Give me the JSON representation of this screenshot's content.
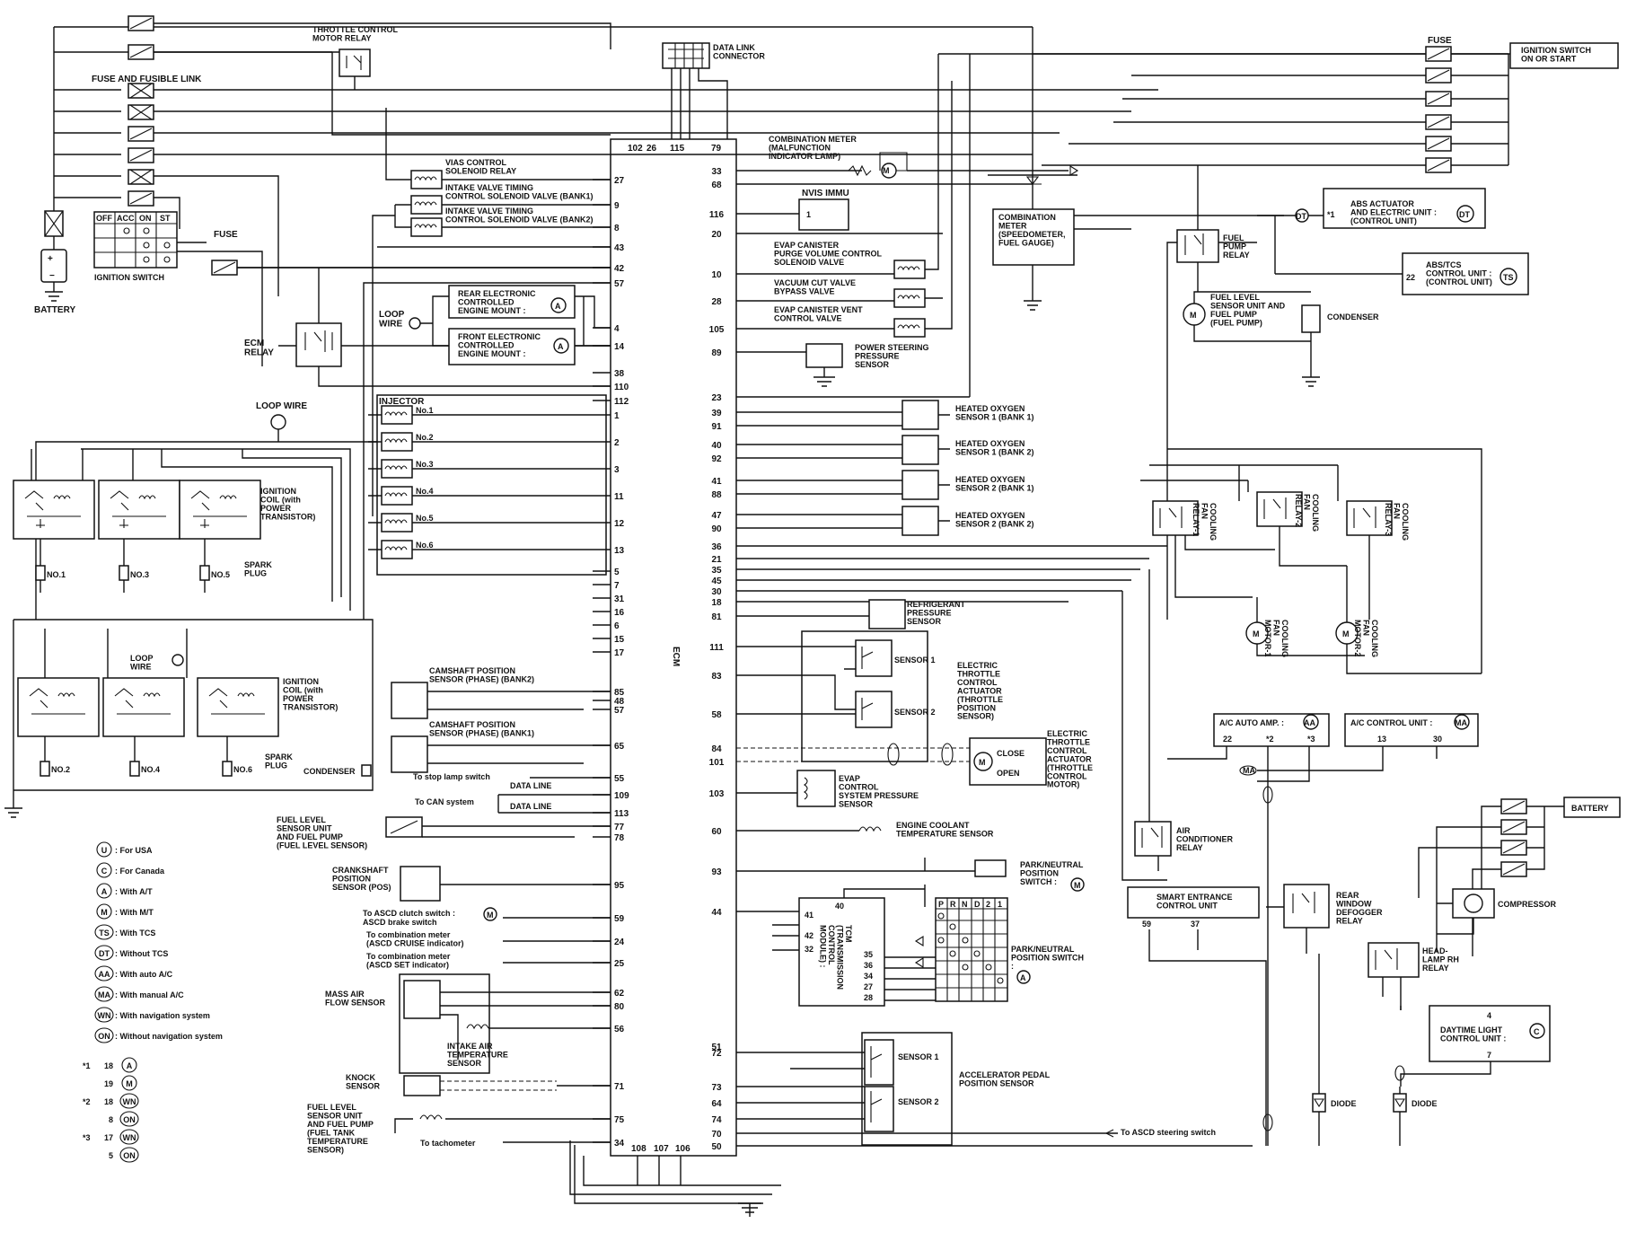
{
  "ecm": {
    "label": "ECM",
    "top_pins": [
      "102",
      "26",
      "115",
      "79"
    ],
    "bottom_pins": [
      "108",
      "107",
      "106"
    ],
    "left_pins": [
      "27",
      "9",
      "8",
      "43",
      "42",
      "57",
      "4",
      "14",
      "38",
      "110",
      "112",
      "1",
      "2",
      "3",
      "11",
      "12",
      "13",
      "5",
      "7",
      "31",
      "16",
      "6",
      "15",
      "17",
      "85",
      "48",
      "57",
      "65",
      "55",
      "109",
      "113",
      "77",
      "78",
      "95",
      "59",
      "24",
      "25",
      "62",
      "80",
      "56",
      "71",
      "75",
      "34"
    ],
    "right_pins": [
      "33",
      "68",
      "116",
      "20",
      "10",
      "28",
      "105",
      "89",
      "23",
      "39",
      "91",
      "40",
      "92",
      "41",
      "88",
      "47",
      "90",
      "36",
      "21",
      "35",
      "45",
      "30",
      "18",
      "81",
      "111",
      "83",
      "58",
      "84",
      "101",
      "103",
      "60",
      "93",
      "44",
      "72",
      "73",
      "64",
      "74",
      "70",
      "50",
      "51"
    ]
  },
  "labels": {
    "throttle_relay": "THROTTLE CONTROL\nMOTOR RELAY",
    "fuse_link": "FUSE AND FUSIBLE LINK",
    "battery": "BATTERY",
    "ign_switch": "IGNITION SWITCH",
    "ign_cols": [
      "OFF",
      "ACC",
      "ON",
      "ST"
    ],
    "fuse": "FUSE",
    "ecm_relay": "ECM\nRELAY",
    "vias": "VIAS CONTROL\nSOLENOID RELAY",
    "ivt1": "INTAKE VALVE TIMING\nCONTROL SOLENOID VALVE (BANK1)",
    "ivt2": "INTAKE VALVE TIMING\nCONTROL SOLENOID VALVE (BANK2)",
    "loop_wire": "LOOP\nWIRE",
    "rear_mount": "REAR ELECTRONIC\nCONTROLLED\nENGINE MOUNT :",
    "front_mount": "FRONT ELECTRONIC\nCONTROLLED\nENGINE MOUNT :",
    "loop_wire_top": "LOOP WIRE",
    "injector": "INJECTOR",
    "inj": [
      "No.1",
      "No.2",
      "No.3",
      "No.4",
      "No.5",
      "No.6"
    ],
    "ign_coil": "IGNITION\nCOIL (with\nPOWER\nTRANSISTOR)",
    "spark_plug": "SPARK\nPLUG",
    "plugs_top": [
      "NO.1",
      "NO.3",
      "NO.5"
    ],
    "plugs_bot": [
      "NO.2",
      "NO.4",
      "NO.6"
    ],
    "loop_wire2": "LOOP\nWIRE",
    "condenser_l": "CONDENSER",
    "cmp2": "CAMSHAFT POSITION\nSENSOR (PHASE) (BANK2)",
    "cmp1": "CAMSHAFT POSITION\nSENSOR (PHASE) (BANK1)",
    "stop_lamp": "To stop lamp switch",
    "can": "To CAN system",
    "data_line": "DATA LINE",
    "fuel_level1": "FUEL LEVEL\nSENSOR UNIT\nAND FUEL PUMP\n(FUEL LEVEL SENSOR)",
    "ckp": "CRANKSHAFT\nPOSITION\nSENSOR (POS)",
    "ascd_clutch": "To ASCD clutch switch :",
    "ascd_brake": "ASCD brake switch",
    "comb_cruise": "To combination meter\n(ASCD CRUISE indicator)",
    "comb_set": "To combination meter\n(ASCD SET indicator)",
    "maf": "MASS AIR\nFLOW SENSOR",
    "iat": "INTAKE AIR\nTEMPERATURE\nSENSOR",
    "knock": "KNOCK\nSENSOR",
    "fuel_tank": "FUEL LEVEL\nSENSOR UNIT\nAND FUEL PUMP\n(FUEL TANK\nTEMPERATURE\nSENSOR)",
    "tacho": "To tachometer",
    "dlc": "DATA LINK\nCONNECTOR",
    "comb_meter_mil": "COMBINATION METER\n(MALFUNCTION\nINDICATOR LAMP)",
    "nvis": "NVIS IMMU",
    "nvis_pin": "1",
    "evap_purge": "EVAP CANISTER\nPURGE VOLUME CONTROL\nSOLENOID VALVE",
    "vacuum_cut": "VACUUM CUT VALVE\nBYPASS VALVE",
    "evap_vent": "EVAP CANISTER VENT\nCONTROL VALVE",
    "ps_sensor": "POWER STEERING\nPRESSURE\nSENSOR",
    "ho2s11": "HEATED OXYGEN\nSENSOR 1 (BANK 1)",
    "ho2s12": "HEATED OXYGEN\nSENSOR 1 (BANK 2)",
    "ho2s21": "HEATED OXYGEN\nSENSOR 2 (BANK 1)",
    "ho2s22": "HEATED OXYGEN\nSENSOR 2 (BANK 2)",
    "refrig": "REFRIGERANT\nPRESSURE\nSENSOR",
    "sensor1": "SENSOR 1",
    "sensor2": "SENSOR 2",
    "etc_pos": "ELECTRIC\nTHROTTLE\nCONTROL\nACTUATOR\n(THROTTLE\nPOSITION\nSENSOR)",
    "etc_motor": "ELECTRIC\nTHROTTLE\nCONTROL\nACTUATOR\n(THROTTLE\nCONTROL\nMOTOR)",
    "close": "CLOSE",
    "open": "OPEN",
    "evap_press": "EVAP\nCONTROL\nSYSTEM PRESSURE\nSENSOR",
    "ect": "ENGINE COOLANT\nTEMPERATURE SENSOR",
    "pnp_mt": "PARK/NEUTRAL\nPOSITION\nSWITCH :",
    "tcm": "TCM\n(TRANSMISSION\nCONTROL\nMODULE) :",
    "tcm_pins_l": [
      "40",
      "41",
      "42",
      "32"
    ],
    "tcm_pins_r": [
      "35",
      "36",
      "34",
      "27",
      "28"
    ],
    "prnd": [
      "P",
      "R",
      "N",
      "D",
      "2",
      "1"
    ],
    "pnp_at": "PARK/NEUTRAL\nPOSITION SWITCH\n:",
    "app": "ACCELERATOR PEDAL\nPOSITION SENSOR",
    "ascd_steer": "To ASCD steering switch",
    "fuse_r": "FUSE",
    "ign_on": "IGNITION SWITCH\nON OR START",
    "comb_meter": "COMBINATION\nMETER\n(SPEEDOMETER,\nFUEL GAUGE)",
    "fuel_pump_relay": "FUEL\nPUMP\nRELAY",
    "abs_dt": "ABS ACTUATOR\nAND ELECTRIC UNIT :\n(CONTROL UNIT)",
    "abs_dt_pin": "*1",
    "abs_ts": "ABS/TCS\nCONTROL UNIT :\n(CONTROL UNIT)",
    "abs_ts_pin": "22",
    "fuel_pump_r": "FUEL LEVEL\nSENSOR UNIT AND\nFUEL PUMP\n(FUEL PUMP)",
    "condenser_r": "CONDENSER",
    "cfr1": "COOLING\nFAN\nRELAY-1",
    "cfr2": "COOLING\nFAN\nRELAY-2",
    "cfr3": "COOLING\nFAN\nRELAY-3",
    "cfm1": "COOLING\nFAN\nMOTOR-1",
    "cfm2": "COOLING\nFAN\nMOTOR-2",
    "ac_auto": "A/C AUTO AMP. :",
    "ac_auto_pins": [
      "22",
      "*2",
      "*3"
    ],
    "ac_manual": "A/C CONTROL UNIT :",
    "ac_manual_pins": [
      "13",
      "30"
    ],
    "ac_relay": "AIR\nCONDITIONER\nRELAY",
    "battery_r": "BATTERY",
    "smart": "SMART ENTRANCE\nCONTROL UNIT",
    "smart_pins": [
      "59",
      "37"
    ],
    "rear_defog": "REAR\nWINDOW\nDEFOGGER\nRELAY",
    "compressor": "COMPRESSOR",
    "headlamp": "HEAD-\nLAMP RH\nRELAY",
    "drl": "DAYTIME LIGHT\nCONTROL UNIT :",
    "drl_pins": [
      "4",
      "7"
    ],
    "diode": "DIODE"
  },
  "legend": [
    {
      "code": "U",
      "text": ": For USA"
    },
    {
      "code": "C",
      "text": ": For Canada"
    },
    {
      "code": "A",
      "text": ": With A/T"
    },
    {
      "code": "M",
      "text": ": With M/T"
    },
    {
      "code": "TS",
      "text": ": With TCS"
    },
    {
      "code": "DT",
      "text": ": Without TCS"
    },
    {
      "code": "AA",
      "text": ": With auto A/C"
    },
    {
      "code": "MA",
      "text": ": With manual A/C"
    },
    {
      "code": "WN",
      "text": ": With navigation system"
    },
    {
      "code": "ON",
      "text": ": Without navigation system"
    }
  ],
  "notes": [
    {
      "star": "*1",
      "pin": "18",
      "code": "A"
    },
    {
      "star": "",
      "pin": "19",
      "code": "M"
    },
    {
      "star": "*2",
      "pin": "18",
      "code": "WN"
    },
    {
      "star": "",
      "pin": "8",
      "code": "ON"
    },
    {
      "star": "*3",
      "pin": "17",
      "code": "WN"
    },
    {
      "star": "",
      "pin": "5",
      "code": "ON"
    }
  ]
}
